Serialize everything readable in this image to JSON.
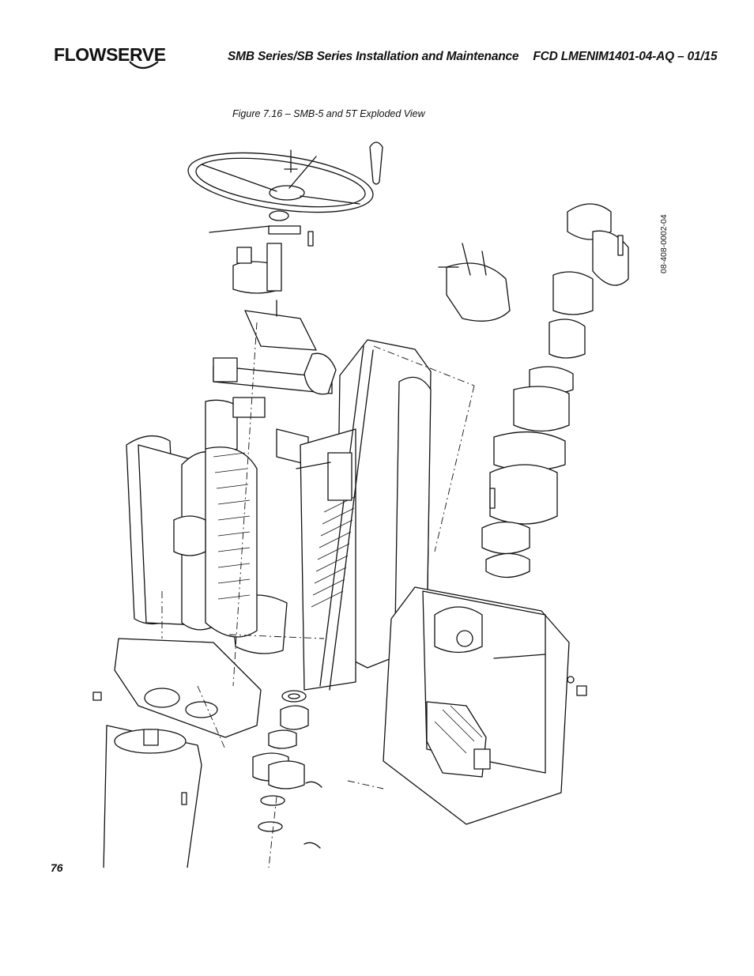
{
  "header": {
    "brand": "FLOWSERVE",
    "title_left": "SMB Series/SB Series Installation and Maintenance",
    "title_right": "FCD LMENIM1401-04-AQ – 01/15"
  },
  "figure": {
    "caption": "Figure 7.16 – SMB-5 and 5T Exploded View",
    "drawing_id": "08-408-0002-04"
  },
  "footer": {
    "page_number": "76"
  }
}
